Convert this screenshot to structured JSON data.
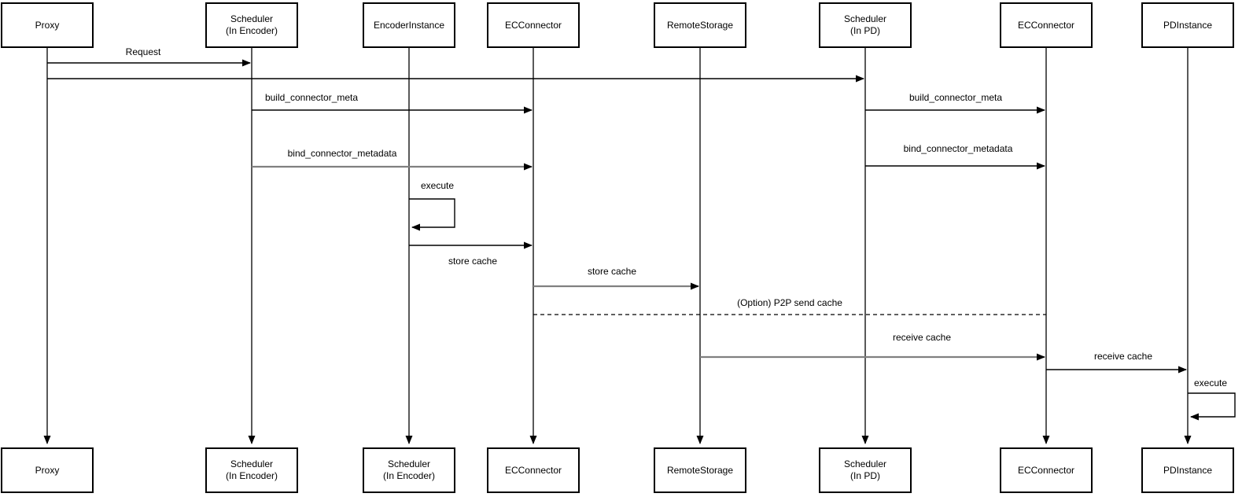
{
  "diagram_type": "sequence-diagram",
  "colors": {
    "background": "#ffffff",
    "line_black": "#000000",
    "line_gray": "#808080",
    "box_border": "#000000",
    "text": "#000000"
  },
  "actors_top": [
    {
      "line1": "Proxy",
      "line2": ""
    },
    {
      "line1": "Scheduler",
      "line2": "(In Encoder)"
    },
    {
      "line1": "EncoderInstance",
      "line2": ""
    },
    {
      "line1": "ECConnector",
      "line2": ""
    },
    {
      "line1": "RemoteStorage",
      "line2": ""
    },
    {
      "line1": "Scheduler",
      "line2": "(In PD)"
    },
    {
      "line1": "ECConnector",
      "line2": ""
    },
    {
      "line1": "PDInstance",
      "line2": ""
    }
  ],
  "actors_bottom": [
    {
      "line1": "Proxy",
      "line2": ""
    },
    {
      "line1": "Scheduler",
      "line2": "(In Encoder)"
    },
    {
      "line1": "Scheduler",
      "line2": "(In Encoder)"
    },
    {
      "line1": "ECConnector",
      "line2": ""
    },
    {
      "line1": "RemoteStorage",
      "line2": ""
    },
    {
      "line1": "Scheduler",
      "line2": "(In PD)"
    },
    {
      "line1": "ECConnector",
      "line2": ""
    },
    {
      "line1": "PDInstance",
      "line2": ""
    }
  ],
  "messages": [
    {
      "label": "Request",
      "from": "Proxy",
      "to": "Scheduler (In Encoder)",
      "style": "solid-black"
    },
    {
      "label": "",
      "from": "Proxy",
      "to": "Scheduler (In PD)",
      "style": "solid-black"
    },
    {
      "label": "build_connector_meta",
      "from": "Scheduler (In Encoder)",
      "to": "ECConnector",
      "style": "solid-black"
    },
    {
      "label": "build_connector_meta",
      "from": "Scheduler (In PD)",
      "to": "ECConnector",
      "style": "solid-black"
    },
    {
      "label": "bind_connector_metadata",
      "from": "Scheduler (In Encoder)",
      "to": "ECConnector",
      "style": "solid-gray"
    },
    {
      "label": "bind_connector_metadata",
      "from": "Scheduler (In PD)",
      "to": "ECConnector",
      "style": "solid-black"
    },
    {
      "label": "execute",
      "from": "EncoderInstance",
      "to": "EncoderInstance",
      "style": "self-loop"
    },
    {
      "label": "store cache",
      "from": "EncoderInstance",
      "to": "ECConnector",
      "style": "solid-black"
    },
    {
      "label": "store cache",
      "from": "ECConnector",
      "to": "RemoteStorage",
      "style": "solid-gray"
    },
    {
      "label": "(Option) P2P send cache",
      "from": "ECConnector",
      "to": "ECConnector (PD side)",
      "style": "dashed-black"
    },
    {
      "label": "receive cache",
      "from": "RemoteStorage",
      "to": "ECConnector (PD side)",
      "style": "solid-gray"
    },
    {
      "label": "receive cache",
      "from": "ECConnector (PD side)",
      "to": "PDInstance",
      "style": "solid-black"
    },
    {
      "label": "execute",
      "from": "PDInstance",
      "to": "PDInstance",
      "style": "self-loop"
    }
  ]
}
